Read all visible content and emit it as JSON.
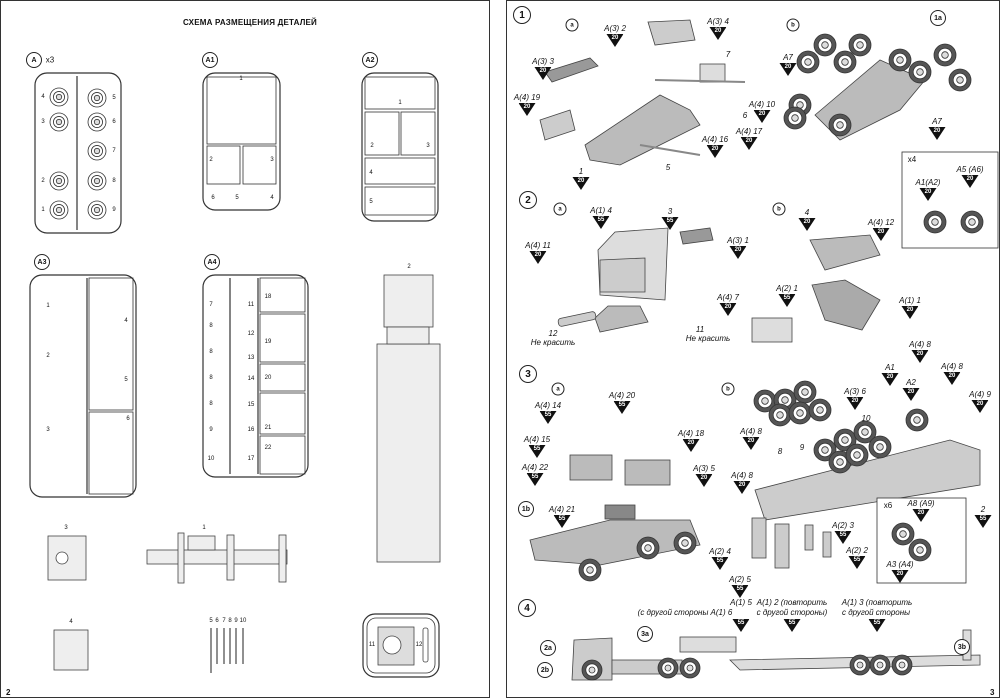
{
  "left_page": {
    "title": "СХЕМА РАЗМЕЩЕНИЯ ДЕТАЛЕЙ",
    "page_number": "2",
    "sprues": [
      {
        "id": "A",
        "multiplier": "x3",
        "parts": [
          "4",
          "3",
          "2",
          "1",
          "5",
          "6",
          "7",
          "8",
          "9"
        ]
      },
      {
        "id": "A1",
        "parts": [
          "1",
          "2",
          "3",
          "6",
          "5",
          "4"
        ]
      },
      {
        "id": "A2",
        "parts": [
          "1",
          "2",
          "3",
          "4",
          "5"
        ]
      },
      {
        "id": "A3",
        "parts": [
          "1",
          "2",
          "3",
          "4",
          "5",
          "6"
        ]
      },
      {
        "id": "A4",
        "parts": [
          "7",
          "8",
          "8",
          "8",
          "8",
          "9",
          "10",
          "11",
          "12",
          "13",
          "14",
          "15",
          "16",
          "17",
          "18",
          "19",
          "20",
          "21",
          "22"
        ]
      }
    ],
    "loose_parts": {
      "trailer": "2",
      "cab_interior": "3",
      "chassis": "1",
      "grille": "4",
      "rods": [
        "5",
        "6",
        "7",
        "8",
        "9",
        "10"
      ],
      "clear_sprue": [
        "11",
        "12"
      ]
    }
  },
  "right_page": {
    "page_number": "3",
    "steps": [
      {
        "number": "1",
        "subs": [
          "a",
          "b",
          "1a"
        ],
        "callouts": [
          {
            "label": "A(3) 2",
            "paint": "20"
          },
          {
            "label": "A(3) 4",
            "paint": "20"
          },
          {
            "label": "A(3) 3",
            "paint": "20"
          },
          {
            "label": "A(4) 19",
            "paint": "20"
          },
          {
            "label": "A(4) 10",
            "paint": "20"
          },
          {
            "label": "A(4) 17",
            "paint": "20"
          },
          {
            "label": "A(4) 16",
            "paint": "20"
          },
          {
            "label": "1",
            "paint": "20"
          },
          {
            "label": "A7",
            "paint": "20"
          },
          {
            "label": "A7",
            "paint": "20"
          },
          {
            "label": "A5 (A6)",
            "paint": "20"
          },
          {
            "label": "A1(A2)",
            "paint": "20"
          }
        ],
        "labels": [
          "7",
          "6",
          "5",
          "x4"
        ]
      },
      {
        "number": "2",
        "subs": [
          "a",
          "b"
        ],
        "callouts": [
          {
            "label": "A(1) 4",
            "paint": "55"
          },
          {
            "label": "3",
            "paint": "55"
          },
          {
            "label": "A(4) 11",
            "paint": "20"
          },
          {
            "label": "A(3) 1",
            "paint": "20"
          },
          {
            "label": "A(4) 7",
            "paint": "20"
          },
          {
            "label": "4",
            "paint": "20"
          },
          {
            "label": "A(4) 12",
            "paint": "20"
          },
          {
            "label": "A(2) 1",
            "paint": "55"
          },
          {
            "label": "A(1) 1",
            "paint": "20"
          }
        ],
        "labels": [
          "12",
          "Не красить",
          "11",
          "Не красить"
        ]
      },
      {
        "number": "3",
        "subs": [
          "a",
          "b",
          "1b"
        ],
        "callouts": [
          {
            "label": "A(4) 14",
            "paint": "55"
          },
          {
            "label": "A(4) 20",
            "paint": "55"
          },
          {
            "label": "A(4) 15",
            "paint": "55"
          },
          {
            "label": "A(4) 18",
            "paint": "20"
          },
          {
            "label": "A(4) 22",
            "paint": "55"
          },
          {
            "label": "A(3) 5",
            "paint": "20"
          },
          {
            "label": "A(4) 21",
            "paint": "55"
          },
          {
            "label": "A(3) 6",
            "paint": "20"
          },
          {
            "label": "A(4) 8",
            "paint": "20"
          },
          {
            "label": "A(4) 8",
            "paint": "20"
          },
          {
            "label": "A1",
            "paint": "20"
          },
          {
            "label": "A2",
            "paint": "20"
          },
          {
            "label": "A(4) 8",
            "paint": "20"
          },
          {
            "label": "A(4) 8",
            "paint": "20"
          },
          {
            "label": "A(4) 9",
            "paint": "20"
          },
          {
            "label": "2",
            "paint": "55"
          },
          {
            "label": "A(2) 3",
            "paint": "55"
          },
          {
            "label": "A(2) 4",
            "paint": "55"
          },
          {
            "label": "A(2) 2",
            "paint": "55"
          },
          {
            "label": "A(2) 5",
            "paint": "55"
          },
          {
            "label": "A8 (A9)",
            "paint": "20"
          },
          {
            "label": "A3 (A4)",
            "paint": "20"
          }
        ],
        "labels": [
          "10",
          "8",
          "9",
          "x6"
        ]
      },
      {
        "number": "4",
        "subs": [
          "2a",
          "2b",
          "3a",
          "3b"
        ],
        "callouts": [
          {
            "label": "A(1) 5",
            "paint": "55"
          },
          {
            "label": "A(1) 2 (повторить",
            "paint": "55"
          },
          {
            "label": "A(1) 3 (повторить",
            "paint": "55"
          }
        ],
        "labels": [
          "(с другой стороны A(1) 6",
          "с другой стороны)",
          "с другой стороны"
        ]
      }
    ]
  }
}
